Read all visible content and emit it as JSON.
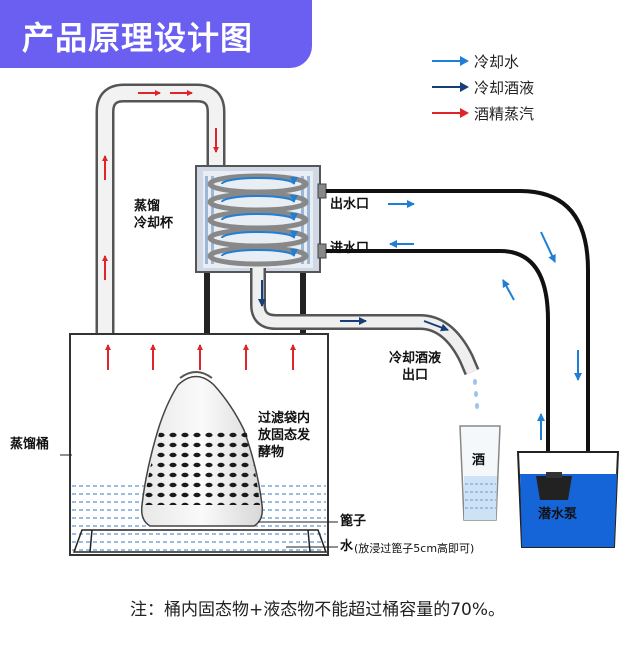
{
  "title": "产品原理设计图",
  "legend": [
    {
      "label": "冷却水",
      "color": "#1f7fd6"
    },
    {
      "label": "冷却酒液",
      "color": "#163f7a"
    },
    {
      "label": "酒精蒸汽",
      "color": "#e0242a"
    }
  ],
  "labels": {
    "condenser": "蒸馏\n冷却杯",
    "water_outlet": "出水口",
    "water_inlet": "进水口",
    "liquor_outlet": "冷却酒液\n出口",
    "filter_bag": "过滤袋内\n放固态发\n酵物",
    "still_barrel": "蒸馏桶",
    "grate": "篦子",
    "water": "水",
    "water_note": "(放浸过篦子5cm高即可)",
    "cup": "酒",
    "pump": "潜水泵"
  },
  "note": "注：桶内固态物+液态物不能超过桶容量的70%。",
  "colors": {
    "accent": "#6a5ff0",
    "water": "#1f7fd6",
    "liquor": "#163f7a",
    "steam": "#e0242a",
    "tank": "#1565d8"
  }
}
